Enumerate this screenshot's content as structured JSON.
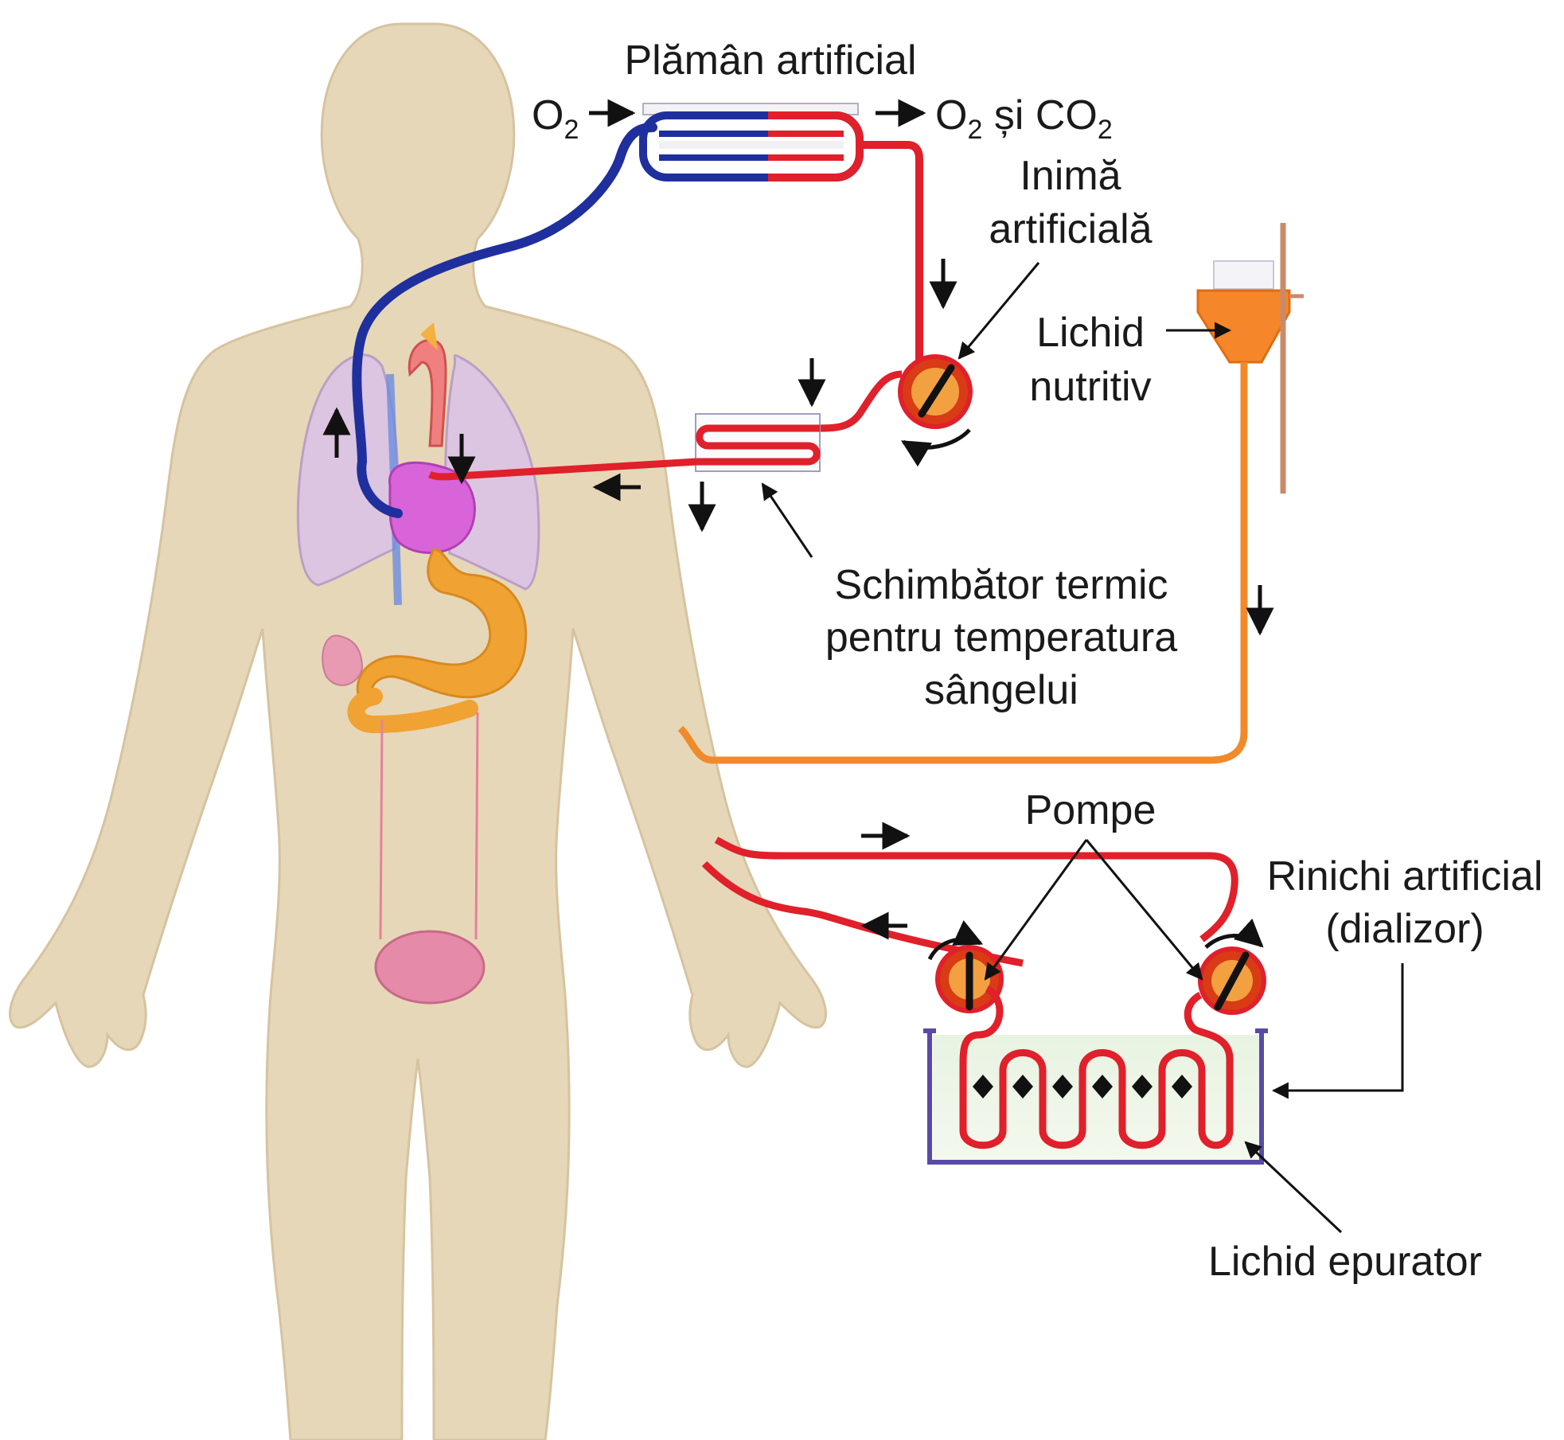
{
  "labels": {
    "artificial_lung": "Plămân artificial",
    "o2_in_main": "O",
    "o2_in_sub": "2",
    "out_o2_main": "O",
    "out_o2_sub": "2",
    "out_and": " și CO",
    "out_co2_sub": "2",
    "artificial_heart_line1": "Inimă",
    "artificial_heart_line2": "artificială",
    "nutritive_fluid_line1": "Lichid",
    "nutritive_fluid_line2": "nutritiv",
    "heat_exchanger_line1": "Schimbător termic",
    "heat_exchanger_line2": "pentru temperatura",
    "heat_exchanger_line3": "sângelui",
    "pumps": "Pompe",
    "artificial_kidney_line1": "Rinichi artificial",
    "artificial_kidney_line2": "(dializor)",
    "purifying_fluid": "Lichid epurator"
  },
  "colors": {
    "body_skin": "#e6d7b8",
    "venous_blue": "#1f2f9e",
    "arterial_red": "#e0202a",
    "nutritive_orange": "#f08a2a",
    "lung_pink": "#d9b8e0",
    "heart_magenta": "#d65fd6",
    "stomach_orange": "#f0a030",
    "bladder_pink": "#e58aa8",
    "dialyzer_purple": "#5a4aa8"
  }
}
